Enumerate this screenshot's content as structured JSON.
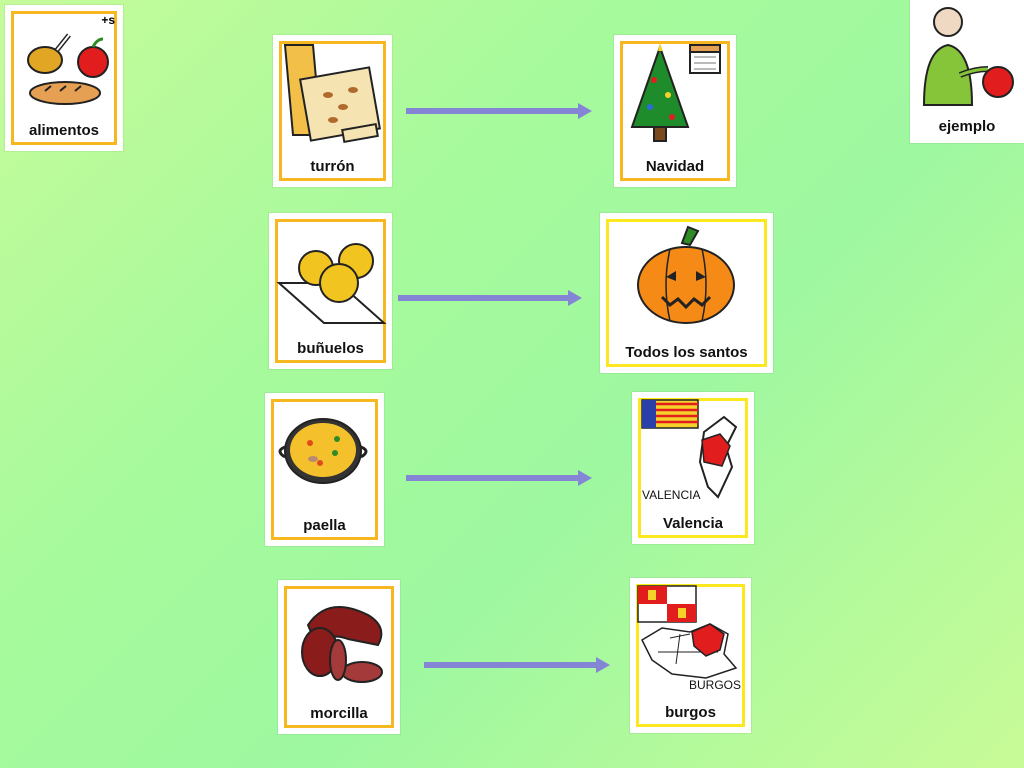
{
  "cards": {
    "alimentos": "alimentos",
    "alimentos_plural_mark": "+s",
    "ejemplo": "ejemplo",
    "turron": "turrón",
    "navidad": "Navidad",
    "bunuelos": "buñuelos",
    "todos_santos": "Todos los santos",
    "paella": "paella",
    "valencia": "Valencia",
    "valencia_map_label": "VALENCIA",
    "morcilla": "morcilla",
    "burgos": "burgos",
    "burgos_map_label": "BURGOS"
  },
  "colors": {
    "frame_orange": "#f7b720",
    "frame_yellow": "#fce81f",
    "arrow": "#8585d6"
  }
}
